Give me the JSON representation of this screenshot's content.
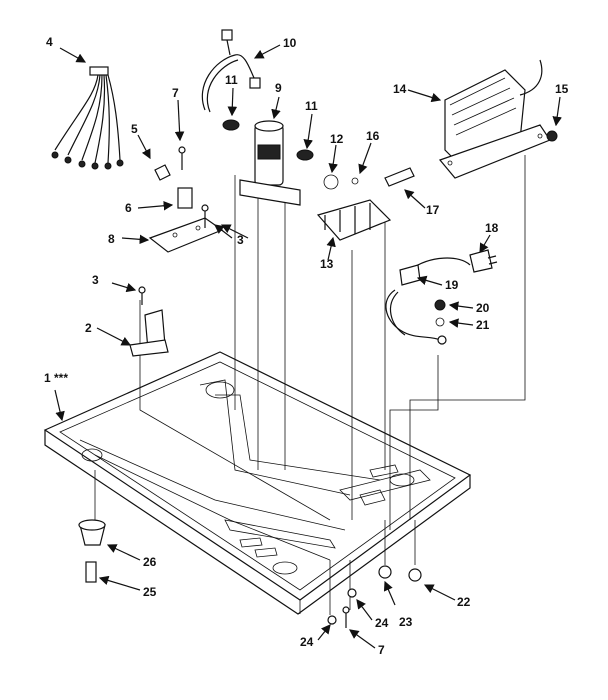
{
  "callouts": {
    "c1": "1 ***",
    "c2": "2",
    "c3a": "3",
    "c3b": "3",
    "c4": "4",
    "c5": "5",
    "c6": "6",
    "c7a": "7",
    "c7b": "7",
    "c8": "8",
    "c9": "9",
    "c10": "10",
    "c11a": "11",
    "c11b": "11",
    "c12": "12",
    "c13": "13",
    "c14": "14",
    "c15": "15",
    "c16": "16",
    "c17": "17",
    "c18": "18",
    "c19": "19",
    "c20": "20",
    "c21": "21",
    "c22": "22",
    "c23": "23",
    "c24a": "24",
    "c24b": "24",
    "c25": "25",
    "c26": "26"
  }
}
